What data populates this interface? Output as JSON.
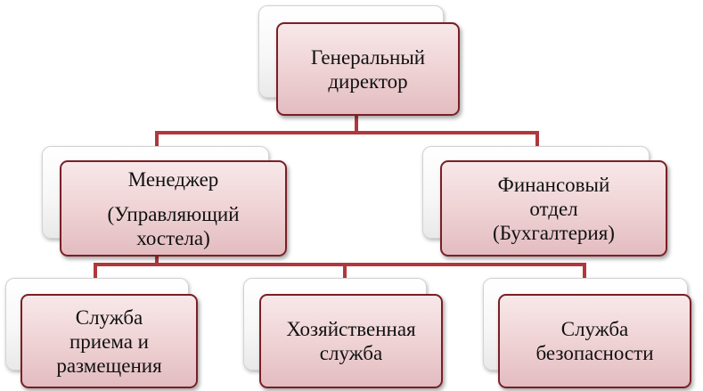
{
  "org_chart": {
    "director": {
      "lines": [
        "Генеральный",
        "директор"
      ]
    },
    "manager": {
      "lines": [
        "Менеджер",
        "(Управляющий",
        "хостела)"
      ]
    },
    "finance": {
      "lines": [
        "Финансовый",
        "отдел",
        "(Бухгалтерия)"
      ]
    },
    "reception": {
      "lines": [
        "Служба",
        "приема и",
        "размещения"
      ]
    },
    "housekeeping": {
      "lines": [
        "Хозяйственная",
        "служба"
      ]
    },
    "security": {
      "lines": [
        "Служба",
        "безопасности"
      ]
    }
  },
  "colors": {
    "connector": "#b0383c",
    "node_border": "#7a1f26",
    "node_fill_top": "#f8e8e9",
    "node_fill_bottom": "#e3bcc0",
    "back_card_fill": "#f7f7f7"
  }
}
